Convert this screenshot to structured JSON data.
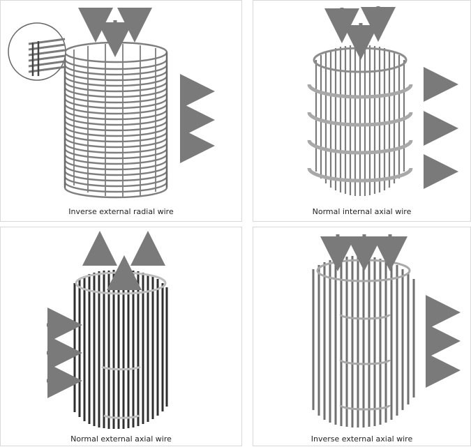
{
  "panels": [
    {
      "caption": "Inverse external radial wire"
    },
    {
      "caption": "Normal internal axial wire"
    },
    {
      "caption": "Normal external axial wire"
    },
    {
      "caption": "Inverse external axial wire"
    }
  ],
  "colors": {
    "arrow": "#7a7a7a",
    "wire_light": "#9a9a9a",
    "wire_mid": "#6e6e6e",
    "wire_dark": "#2f2f2f",
    "ring": "#b5b5b5"
  }
}
